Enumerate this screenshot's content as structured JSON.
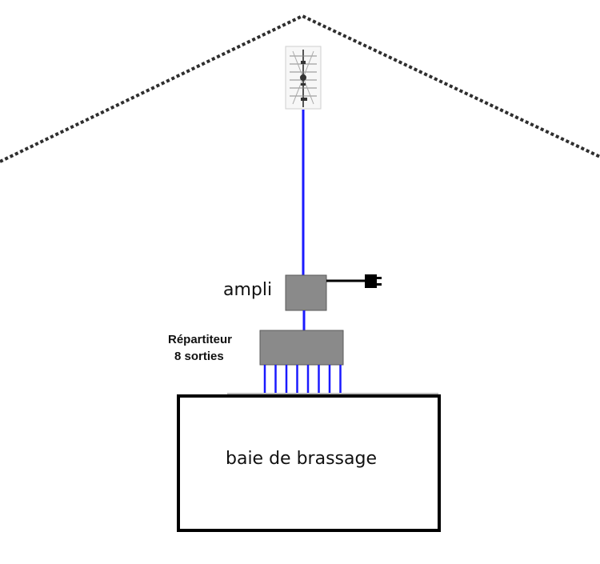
{
  "labels": {
    "ampli": "ampli",
    "repartiteur_line1": "Répartiteur",
    "repartiteur_line2": "8 sorties",
    "baie": "baie de brassage"
  },
  "splitter": {
    "outputs": 8
  },
  "colors": {
    "cable": "#1a1aff",
    "box_fill": "#8a8a8a",
    "box_stroke": "#5a5a5a",
    "roof": "#2e2e2e",
    "plug": "#000000",
    "rack_stroke": "#000000"
  },
  "icons": {
    "antenna": "antenna-icon",
    "plug": "power-plug-icon"
  }
}
